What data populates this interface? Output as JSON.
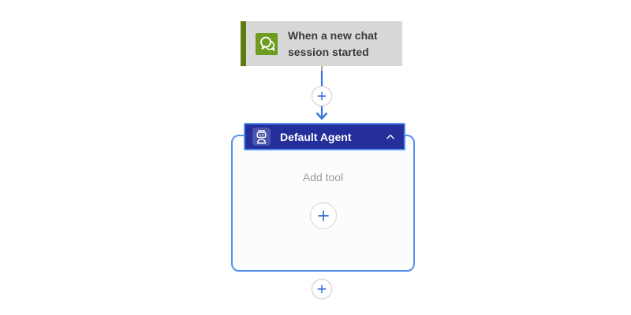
{
  "trigger": {
    "label": "When a new chat session started",
    "icon": "chat-bubbles-icon"
  },
  "agent": {
    "header_label": "Default Agent",
    "icon": "bot-icon",
    "collapse_icon": "chevron-up-icon",
    "add_tool_label": "Add tool"
  },
  "connector": {
    "plus_icon": "plus-icon"
  },
  "colors": {
    "trigger_card_bg": "#d8d8d8",
    "trigger_accent_green": "#5c7d12",
    "trigger_icon_green": "#6e9c1f",
    "trigger_text": "#3b3a39",
    "agent_header_bg": "#252f9c",
    "selection_blue": "#5490f2",
    "connector_blue": "#3b76dd",
    "plus_blue": "#2f6bd0",
    "muted_text": "#9a9a9a",
    "scope_bg": "#fcfcfc",
    "page_bg": "#ffffff"
  }
}
